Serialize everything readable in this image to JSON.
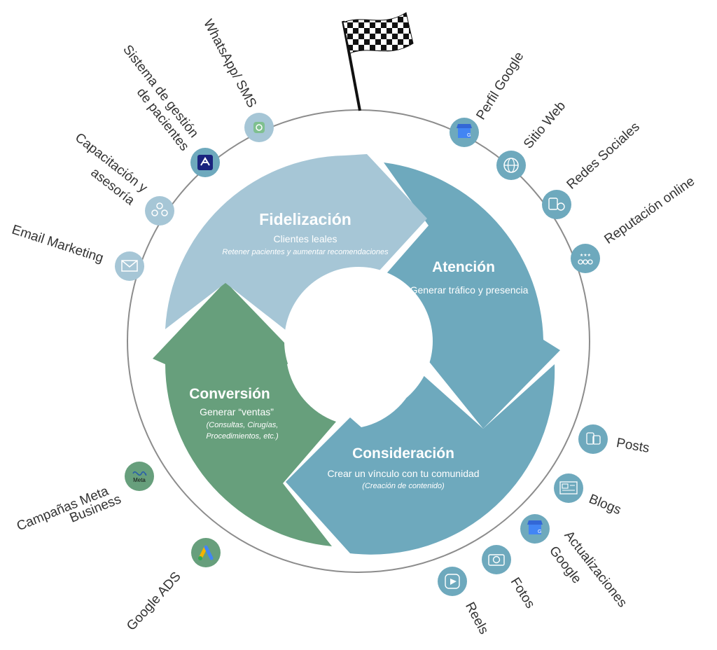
{
  "stages": {
    "fidelizacion": {
      "title": "Fidelización",
      "subtitle": "Clientes leales",
      "note": "Retener pacientes y aumentar recomendaciones",
      "color": "#a6c6d6"
    },
    "atencion": {
      "title": "Atención",
      "subtitle": "Generar tráfico y presencia",
      "color": "#6ea9bd"
    },
    "consideracion": {
      "title": "Consideración",
      "subtitle": "Crear un vínculo con tu comunidad",
      "note": "(Creación de contenido)",
      "color": "#6ea9bd"
    },
    "conversion": {
      "title": "Conversión",
      "subtitle": "Generar “ventas”",
      "note_line1": "(Consultas, Cirugías,",
      "note_line2": "Procedimientos, etc.)",
      "color": "#679f7c"
    }
  },
  "channels": {
    "whatsapp": "WhatsApp/ SMS",
    "sistema_line1": "Sistema de gestión",
    "sistema_line2": "de pacientes",
    "capacitacion_line1": "Capacitación y",
    "capacitacion_line2": "asesoría",
    "email": "Email Marketing",
    "meta_line1": "Campañas Meta",
    "meta_line2": "Business",
    "meta_badge": "Meta",
    "google_ads": "Google ADS",
    "perfil_google": "Perfil Google",
    "sitio_web": "Sitio Web",
    "redes": "Redes Sociales",
    "reputacion": "Reputación online",
    "posts": "Posts",
    "blogs": "Blogs",
    "actualizaciones_line1": "Actualizaciones",
    "actualizaciones_line2": "Google",
    "fotos": "Fotos",
    "reels": "Reels"
  },
  "colors": {
    "ring": "#8c8c8c",
    "icon_blue": "#6ea9bd",
    "icon_light": "#a6c6d6",
    "icon_green": "#679f7c",
    "flag": "#111111"
  },
  "icons": [
    "flag-icon",
    "whatsapp-icon",
    "patient-system-icon",
    "consulting-icon",
    "mail-icon",
    "meta-icon",
    "google-ads-icon",
    "google-business-icon",
    "globe-icon",
    "social-icon",
    "reputation-icon",
    "posts-icon",
    "blog-icon",
    "camera-icon",
    "reels-icon"
  ]
}
